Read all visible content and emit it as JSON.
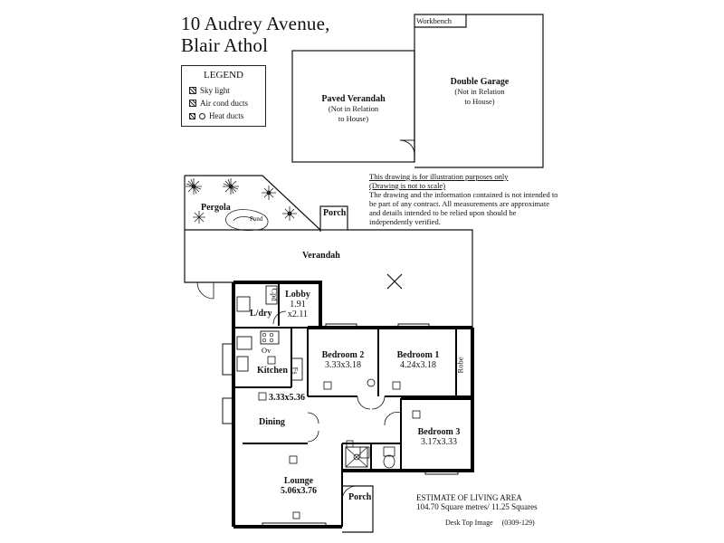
{
  "address": {
    "line1": "10 Audrey Avenue,",
    "line2": "Blair Athol"
  },
  "legend": {
    "title": "LEGEND",
    "items": [
      {
        "label": "Sky light",
        "icon": "skylight-icon"
      },
      {
        "label": "Air cond ducts",
        "icon": "air-cond-duct-icon"
      },
      {
        "label": "Heat ducts",
        "icon": "heat-duct-icon"
      }
    ]
  },
  "notice": {
    "line1": "This drawing is for illustration purposes only",
    "line2": "(Drawing is not to scale)",
    "body": "The drawing and the information contained is not intended to be part of any contract.  All measurements are approximate and details intended to be relied upon should be independently verified."
  },
  "outbuildings": {
    "workbench": "Workbench",
    "verandah_title": "Paved Verandah",
    "verandah_note1": "(Not in Relation",
    "verandah_note2": "to House)",
    "garage_title": "Double Garage",
    "garage_note1": "(Not in Relation",
    "garage_note2": "to House)"
  },
  "rooms": {
    "pergola": "Pergola",
    "pond": "Pond",
    "porch_top": "Porch",
    "verandah": "Verandah",
    "cpd": "Cpd",
    "lobby": "Lobby",
    "lobby_dim1": "1.91",
    "lobby_dim2": "x2.11",
    "laundry": "L/dry",
    "oven": "Ov",
    "kitchen": "Kitchen",
    "fridge": "Fs",
    "kitchen_dim": "3.33x5.36",
    "dining": "Dining",
    "bed2": "Bedroom 2",
    "bed2_dim": "3.33x3.18",
    "bed1": "Bedroom 1",
    "bed1_dim": "4.24x3.18",
    "robe": "Robe",
    "bed3": "Bedroom 3",
    "bed3_dim": "3.17x3.33",
    "lounge": "Lounge",
    "lounge_dim": "5.06x3.76",
    "porch_bottom": "Porch"
  },
  "estimate": {
    "title": "ESTIMATE OF LIVING AREA",
    "value": "104.70 Square metres/ 11.25 Squares"
  },
  "footer": "Desk Top Image     (0309-129)",
  "colors": {
    "line": "#111111",
    "background": "#ffffff",
    "wall": "#000000"
  }
}
